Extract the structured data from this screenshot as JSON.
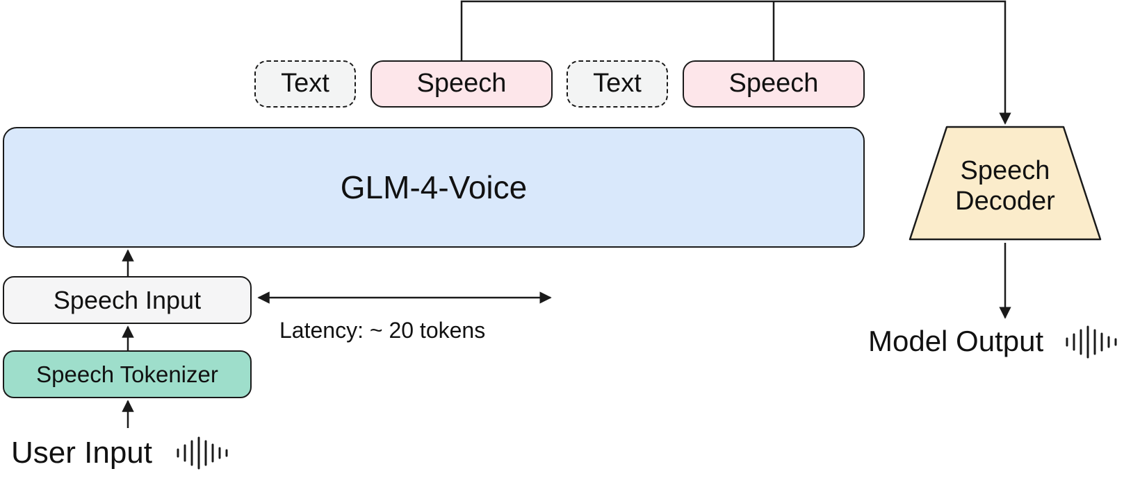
{
  "tokens": [
    {
      "kind": "text",
      "label": "Text"
    },
    {
      "kind": "speech",
      "label": "Speech"
    },
    {
      "kind": "text",
      "label": "Text"
    },
    {
      "kind": "speech",
      "label": "Speech"
    }
  ],
  "model": {
    "label": "GLM-4-Voice"
  },
  "speech_input": {
    "label": "Speech Input"
  },
  "speech_tokenizer": {
    "label": "Speech Tokenizer"
  },
  "user_input": {
    "label": "User Input"
  },
  "latency": {
    "label": "Latency: ~ 20 tokens"
  },
  "decoder": {
    "line1": "Speech",
    "line2": "Decoder"
  },
  "model_output": {
    "label": "Model Output"
  },
  "icons": {
    "user_input_icon": "waveform-icon",
    "model_output_icon": "waveform-icon"
  },
  "colors": {
    "text_token_fill": "#f3f4f4",
    "speech_token_fill": "#fde6ea",
    "model_fill": "#d9e8fb",
    "speech_input_fill": "#f5f5f6",
    "tokenizer_fill": "#9edecb",
    "decoder_fill": "#fbeccb",
    "stroke": "#1a1a1a"
  }
}
